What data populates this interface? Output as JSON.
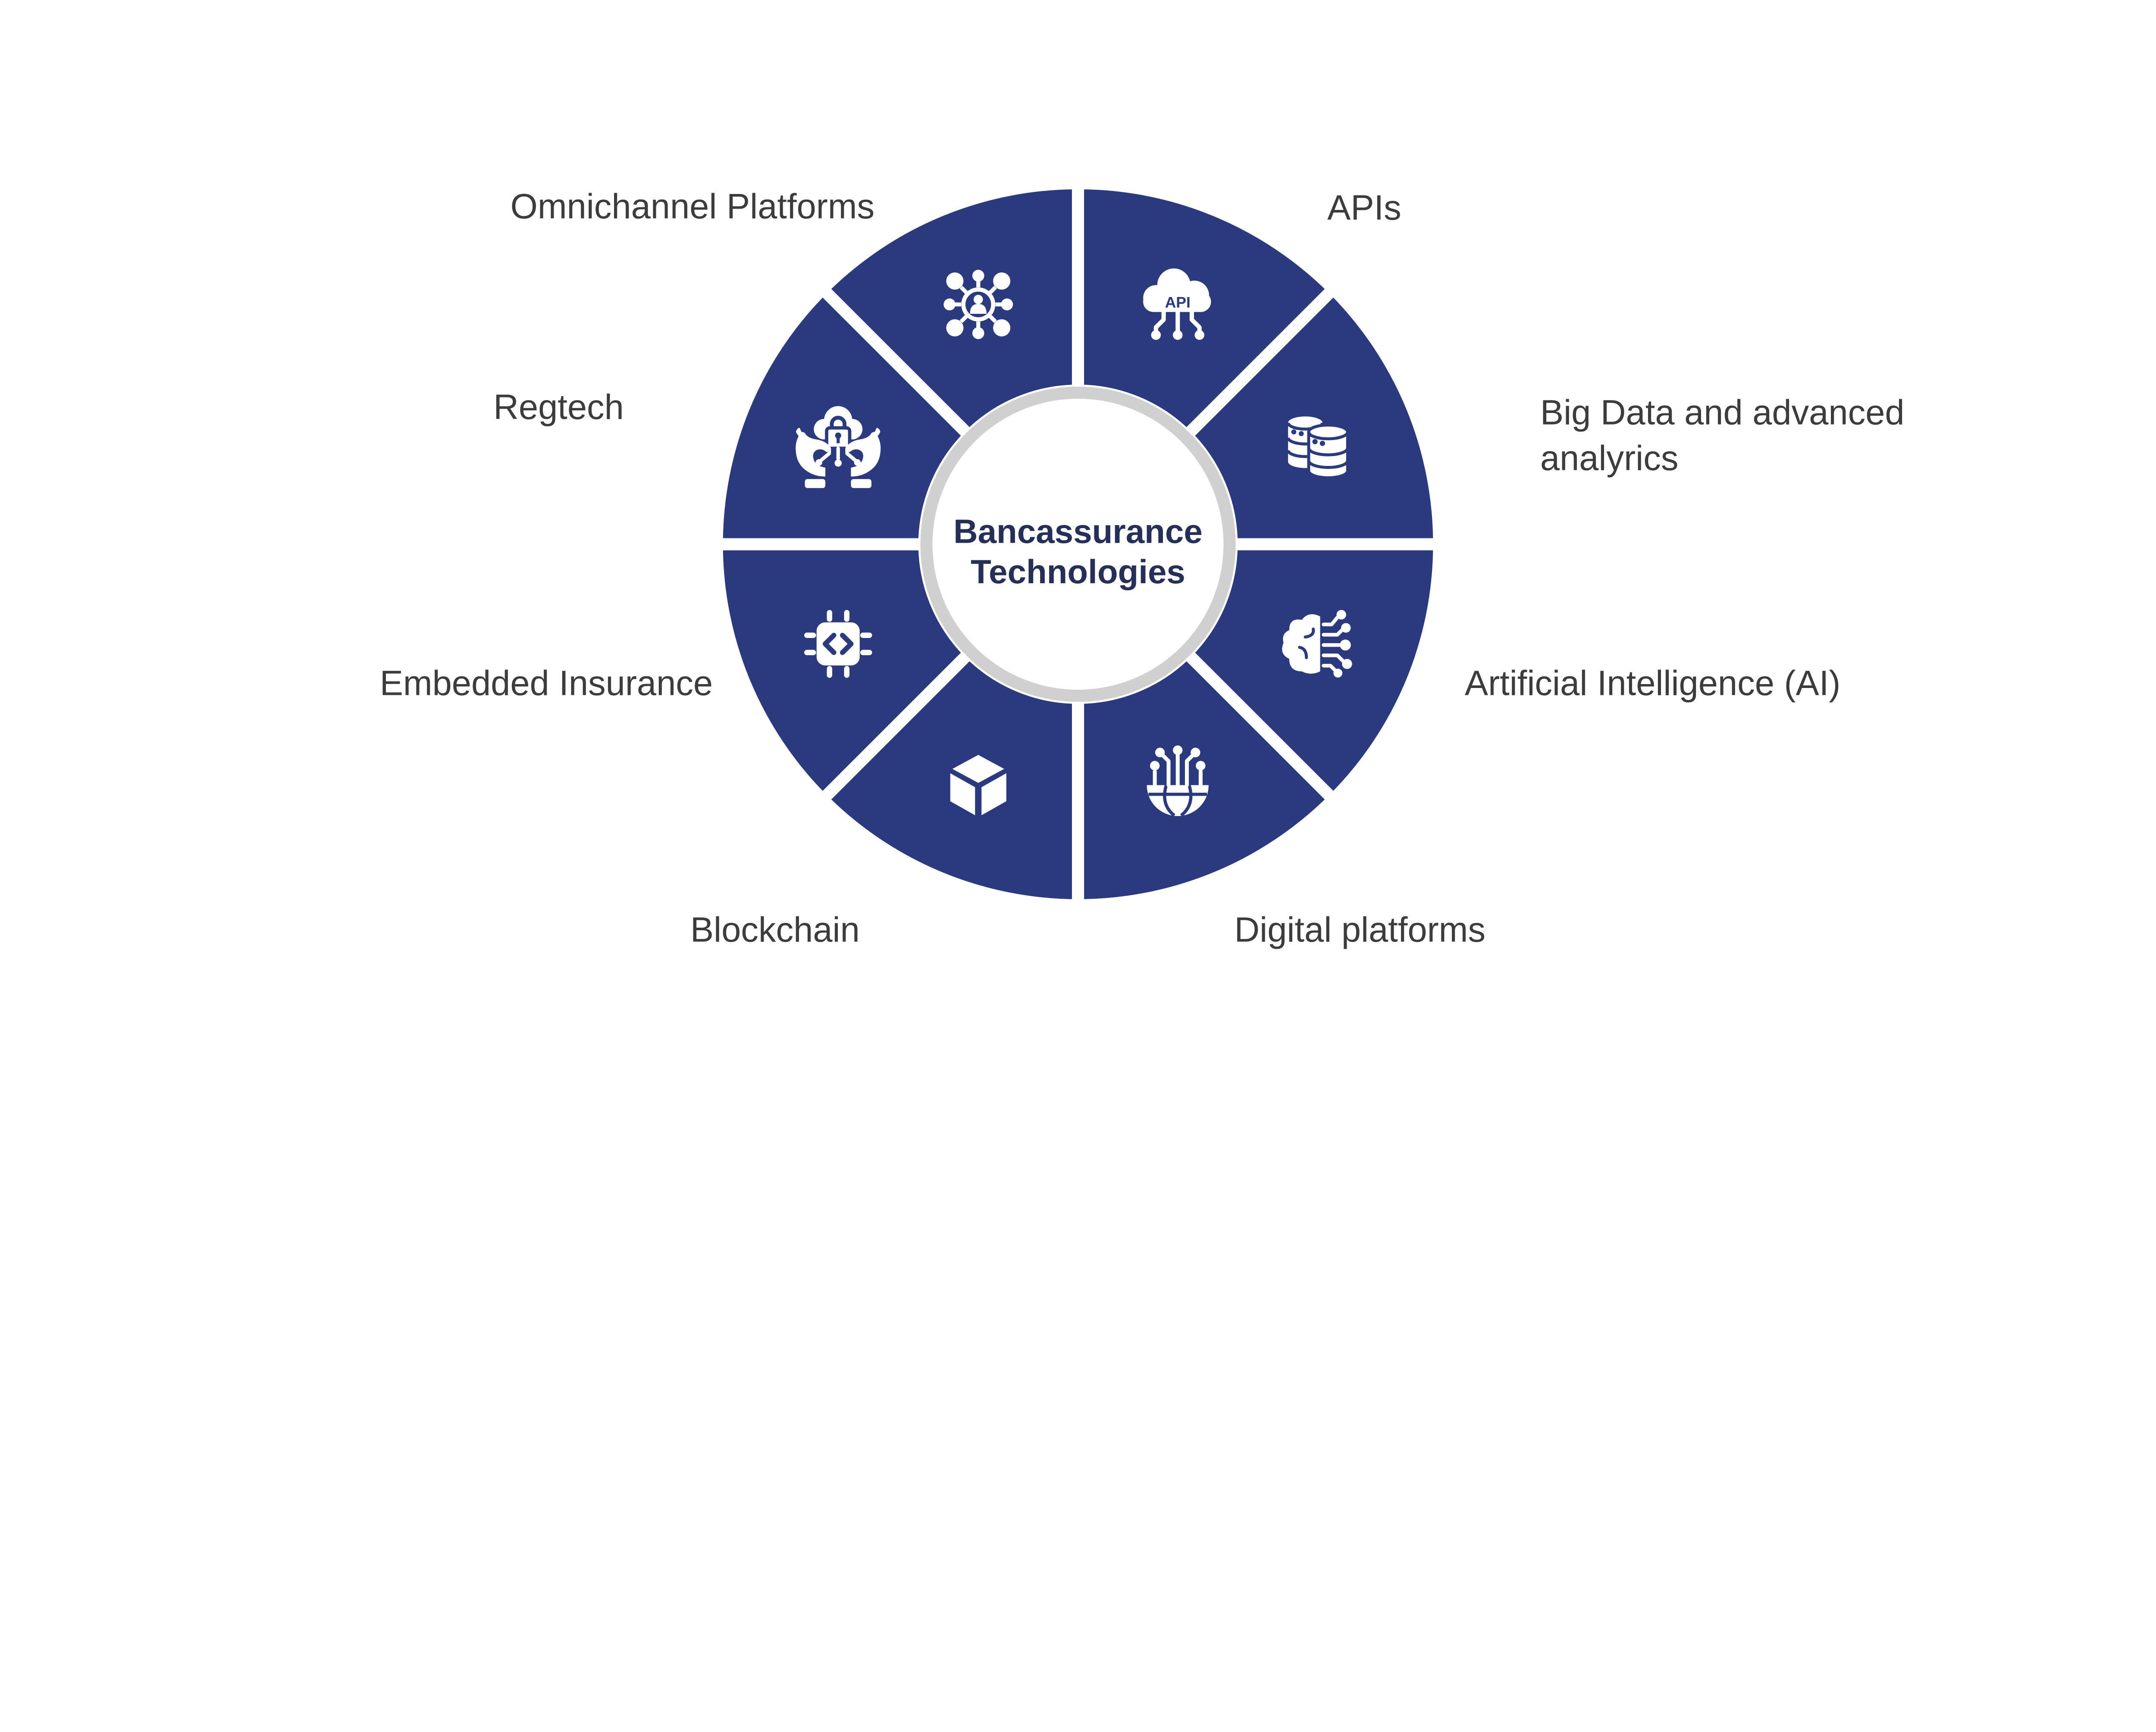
{
  "title": "Bancassurance Technologies wheel diagram",
  "center": {
    "line1": "Bancassurance",
    "line2": "Technologies"
  },
  "colors": {
    "wheel_blue": "#2b3a7e",
    "ring_gray": "#d0d0d0",
    "icon_white": "#ffffff",
    "label_gray": "#3c3c3c",
    "center_text_navy": "#262f58",
    "background": "#ffffff"
  },
  "api_icon_text": "API",
  "segments": [
    {
      "label": "Omnichannel Platforms",
      "icon": "omnichannel-network-icon",
      "position": "top-left"
    },
    {
      "label": "APIs",
      "icon": "api-cloud-icon",
      "position": "top-right"
    },
    {
      "label": "Big Data and advanced analyrics",
      "icon": "big-data-databases-icon",
      "position": "right-upper"
    },
    {
      "label": "Artificial Intelligence (AI)",
      "icon": "ai-brain-circuit-icon",
      "position": "right-lower"
    },
    {
      "label": "Digital platforms",
      "icon": "digital-globe-circuit-icon",
      "position": "bottom-right"
    },
    {
      "label": "Blockchain",
      "icon": "blockchain-cube-icon",
      "position": "bottom-left"
    },
    {
      "label": "Embedded Insurance",
      "icon": "embedded-chip-code-icon",
      "position": "left-lower"
    },
    {
      "label": "Regtech",
      "icon": "regtech-hands-cloud-lock-icon",
      "position": "left-upper"
    }
  ]
}
